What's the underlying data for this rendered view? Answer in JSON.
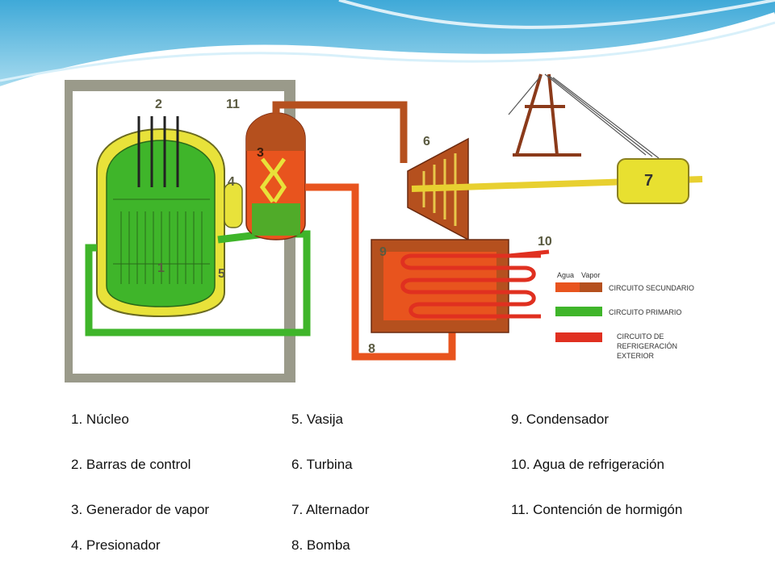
{
  "diagram": {
    "numbers": {
      "n1": "1",
      "n2": "2",
      "n3": "3",
      "n4": "4",
      "n5": "5",
      "n6": "6",
      "n7": "7",
      "n8": "8",
      "n9": "9",
      "n10": "10",
      "n11": "11"
    },
    "key": {
      "agua": "Agua",
      "vapor": "Vapor",
      "secundario": "CIRCUITO SECUNDARIO",
      "primario": "CIRCUITO PRIMARIO",
      "exterior_1": "CIRCUITO DE",
      "exterior_2": "REFRIGERACIÓN",
      "exterior_3": "EXTERIOR"
    }
  },
  "legend": {
    "items": [
      "1. Núcleo",
      "2. Barras de control",
      "3. Generador de vapor",
      "4. Presionador",
      "5. Vasija",
      "6. Turbina",
      "7. Alternador",
      "8. Bomba",
      "9. Condensador",
      "10. Agua de refrigeración",
      "11. Contención de hormigón"
    ]
  },
  "colors": {
    "concrete": "#9a9a8a",
    "primary": "#3fb52a",
    "vessel_yellow": "#e8e23a",
    "secondary_water": "#e8541e",
    "secondary_steam": "#b5501e",
    "cooling": "#e03020",
    "alternator": "#e8e030",
    "tower": "#8b3a1a"
  }
}
